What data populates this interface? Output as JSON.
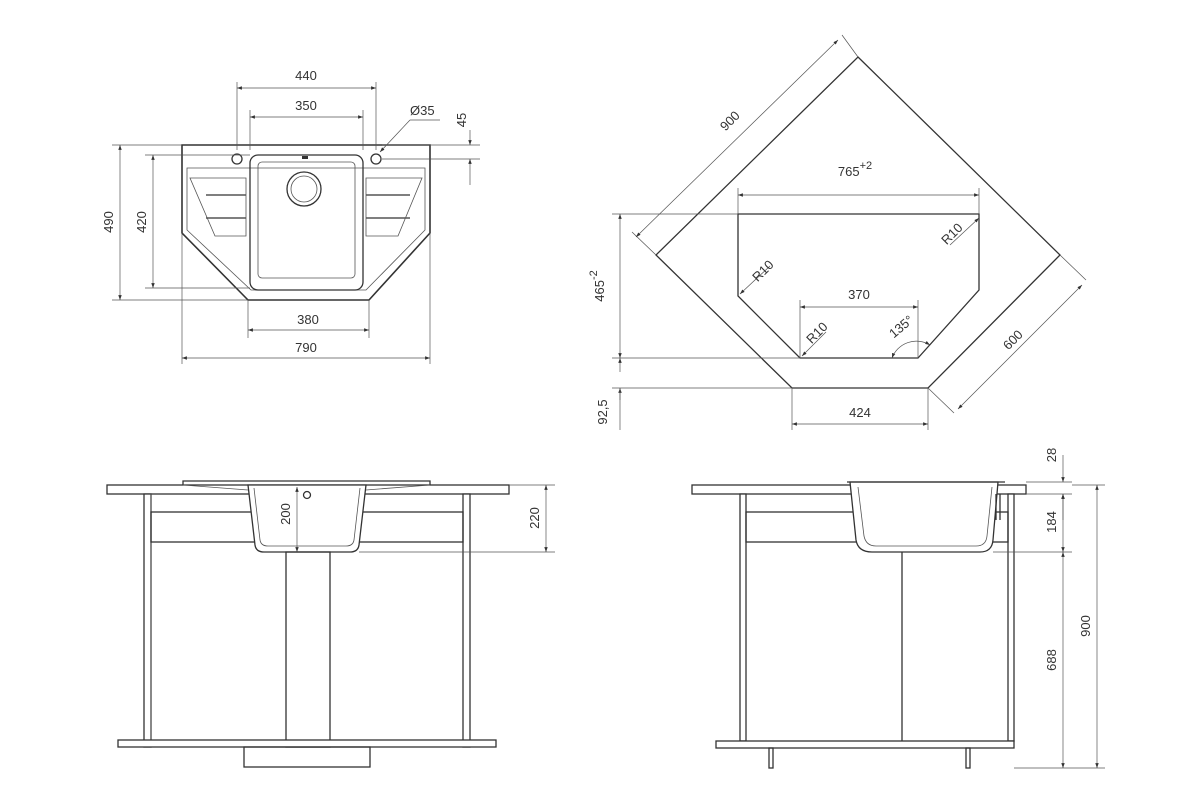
{
  "top_view": {
    "dim_440": "440",
    "dim_350": "350",
    "dim_hole": "Ø35",
    "dim_45": "45",
    "dim_490": "490",
    "dim_420": "420",
    "dim_380": "380",
    "dim_790": "790"
  },
  "cutout_view": {
    "dim_900": "900",
    "dim_765": "765",
    "dim_765_tol": "+2",
    "dim_r10_a": "R10",
    "dim_r10_b": "R10",
    "dim_r10_c": "R10",
    "dim_370": "370",
    "dim_135": "135°",
    "dim_465": "465",
    "dim_465_tol": "-2",
    "dim_600": "600",
    "dim_92_5": "92,5",
    "dim_424": "424"
  },
  "front_view": {
    "dim_200": "200",
    "dim_220": "220"
  },
  "side_view": {
    "dim_28": "28",
    "dim_184": "184",
    "dim_688": "688",
    "dim_900": "900"
  },
  "colors": {
    "line": "#333333",
    "background": "#ffffff"
  }
}
